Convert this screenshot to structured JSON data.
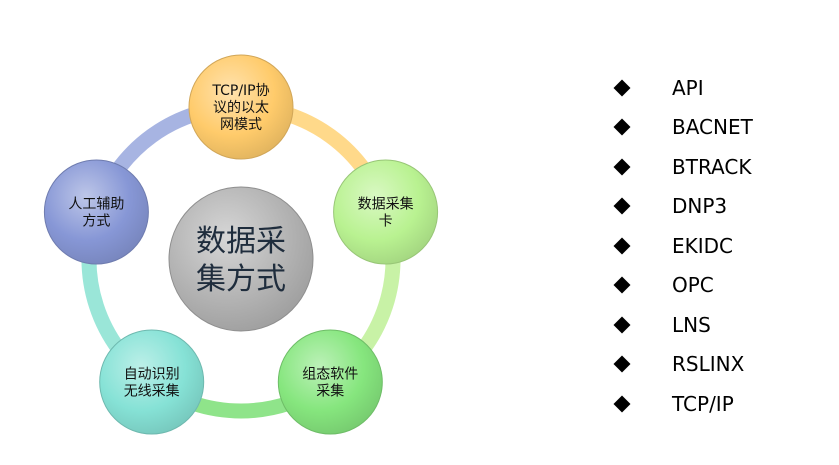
{
  "diagram": {
    "center": {
      "lines": [
        "数据采",
        "集方式"
      ]
    },
    "nodes": [
      {
        "id": "tcpip-ethernet",
        "lines": [
          "TCP/IP协",
          "议的以太",
          "网模式"
        ],
        "color": "#ffcb6b"
      },
      {
        "id": "daq-card",
        "lines": [
          "数据采集",
          "卡"
        ],
        "color": "#b9f291"
      },
      {
        "id": "config-software",
        "lines": [
          "组态软件",
          "采集"
        ],
        "color": "#86e67e"
      },
      {
        "id": "auto-id-wireless",
        "lines": [
          "自动识别",
          "无线采集"
        ],
        "color": "#86e2d6"
      },
      {
        "id": "manual-assist",
        "lines": [
          "人工辅助",
          "方式"
        ],
        "color": "#8797d6"
      }
    ],
    "arc_colors": [
      "#ffd98a",
      "#c8f2a6",
      "#8fe48a",
      "#9ae6d8",
      "#a7b4e2"
    ]
  },
  "bullets": [
    "API",
    "BACNET",
    "BTRACK",
    "DNP3",
    "EKIDC",
    "OPC",
    "LNS",
    "RSLINX",
    "TCP/IP"
  ]
}
